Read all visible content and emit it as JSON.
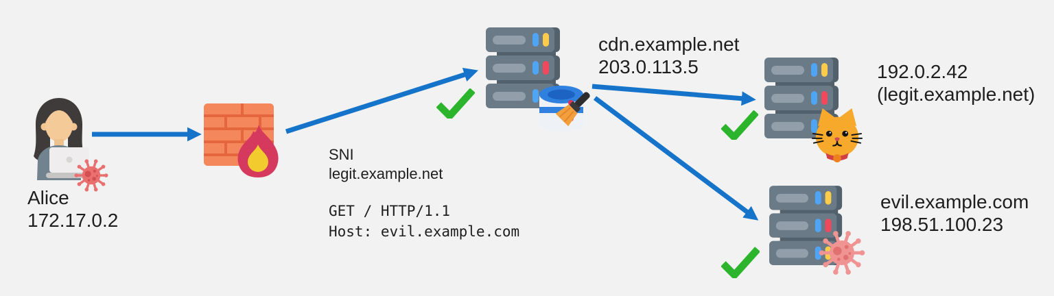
{
  "colors": {
    "background": "#f2f2f2",
    "arrow_blue": "#1574ca",
    "check_green": "#2cb42c",
    "text": "#1e1e1e"
  },
  "client": {
    "name": "Alice",
    "ip": "172.17.0.2"
  },
  "tls_sni": {
    "heading": "SNI",
    "hostname": "legit.example.net"
  },
  "http_request": {
    "request_line": "GET / HTTP/1.1",
    "host_header": "Host: evil.example.com"
  },
  "cdn": {
    "hostname": "cdn.example.net",
    "ip": "203.0.113.5"
  },
  "legit_server": {
    "ip": "192.0.2.42",
    "hostname_paren": "(legit.example.net)"
  },
  "evil_server": {
    "hostname": "evil.example.com",
    "ip": "198.51.100.23"
  },
  "icons": {
    "client": "woman-with-laptop-icon",
    "client_malware": "virus-icon",
    "perimeter": "firewall-icon",
    "cdn_node": "server-rack-icon, cache-cleaner-icon",
    "legit_node": "server-rack-icon, cat-icon",
    "evil_node": "server-rack-icon, virus-icon",
    "status": "green-checkmark-icon"
  }
}
